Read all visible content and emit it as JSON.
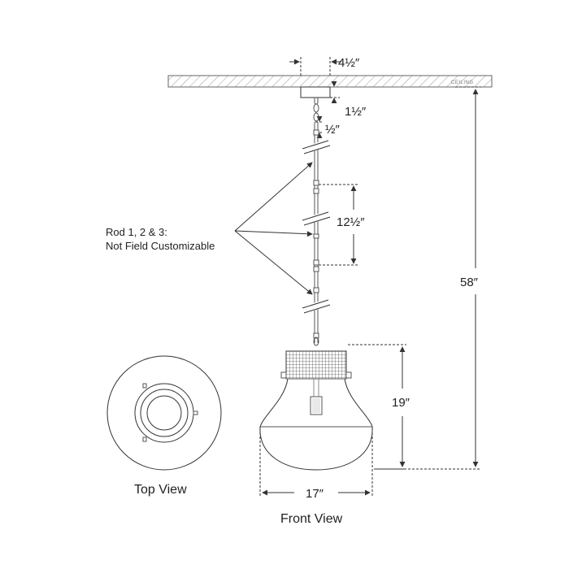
{
  "labels": {
    "ceiling": "CEILING",
    "canopy_width": "4½″",
    "canopy_height": "1½″",
    "chain_link": "½″",
    "rod_length": "12½″",
    "overall_height": "58″",
    "fixture_height": "19″",
    "fixture_width": "17″",
    "rod_note_line1": "Rod 1, 2 & 3:",
    "rod_note_line2": "Not Field Customizable",
    "top_view": "Top View",
    "front_view": "Front View"
  },
  "colors": {
    "line": "#333333",
    "text": "#222222"
  }
}
